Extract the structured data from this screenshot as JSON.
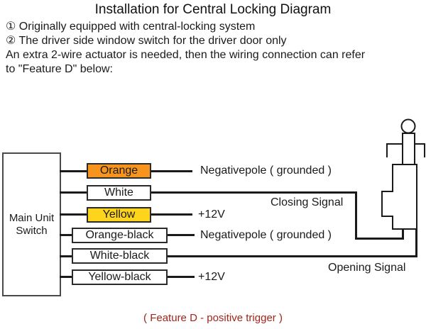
{
  "header": {
    "title": "Installation for Central Locking Diagram",
    "lines": [
      "① Originally equipped with central-locking system",
      "② The driver side window switch for the driver door only",
      "An extra 2-wire actuator is needed, then the wiring connection can refer",
      "to \"Feature D\" below:"
    ]
  },
  "diagram": {
    "main_unit": {
      "line1": "Main Unit",
      "line2": "Switch"
    },
    "rows": [
      {
        "label": "Orange",
        "fill": "#f7941e",
        "terminal": "Negativepole ( grounded )"
      },
      {
        "label": "White",
        "fill": "#ffffff",
        "terminal": ""
      },
      {
        "label": "Yellow",
        "fill": "#ffd41c",
        "terminal": "+12V"
      },
      {
        "label": "Orange-black",
        "fill": "#ffffff",
        "terminal": "Negativepole ( grounded )"
      },
      {
        "label": "White-black",
        "fill": "#ffffff",
        "terminal": ""
      },
      {
        "label": "Yellow-black",
        "fill": "#ffffff",
        "terminal": "+12V"
      }
    ],
    "signals": {
      "closing": "Closing Signal",
      "opening": "Opening Signal"
    },
    "colors": {
      "wire": "#1a1a1a",
      "orange_wire": "#f7941e",
      "yellow_wire": "#ffd41c"
    }
  },
  "caption": {
    "text": "( Feature D - positive trigger )",
    "color": "#a3241a"
  }
}
